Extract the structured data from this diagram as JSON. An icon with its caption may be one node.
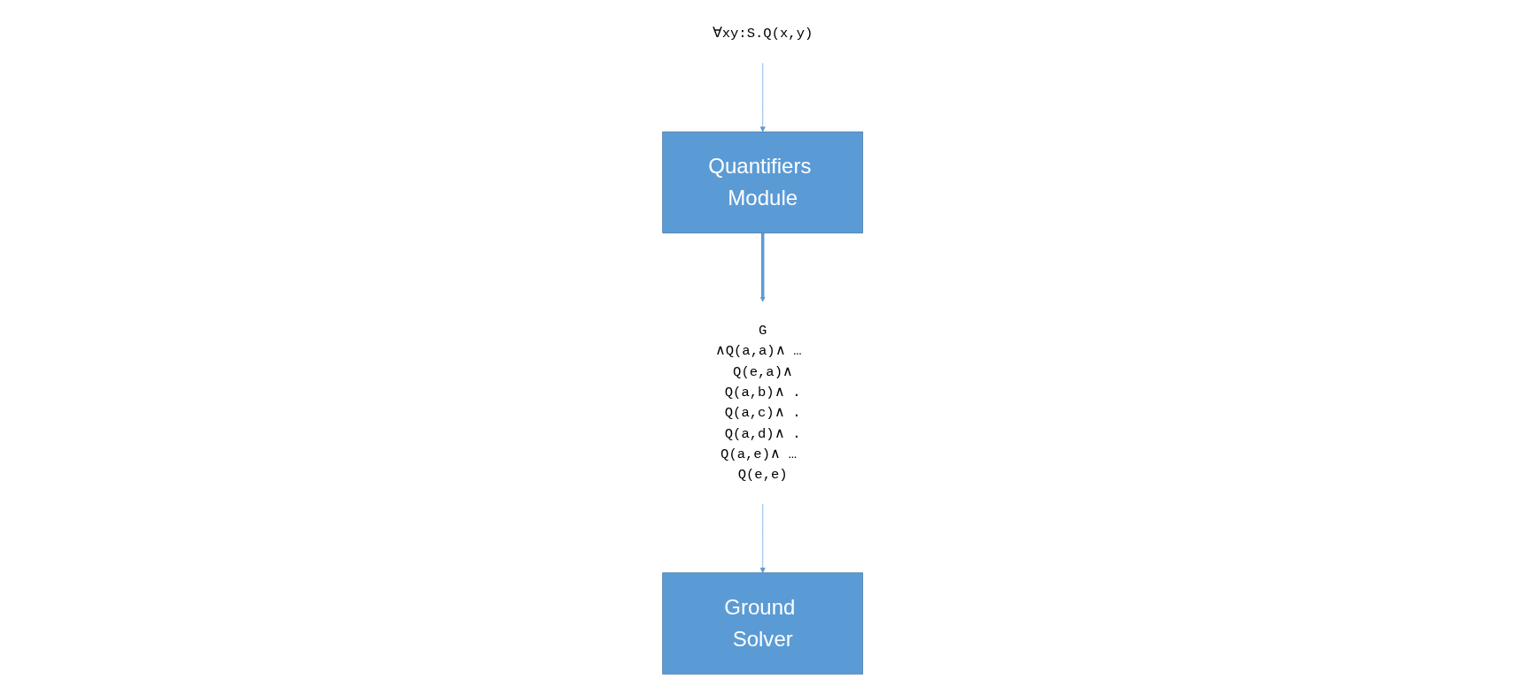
{
  "diagram": {
    "nodes": [
      {
        "text": [
          "G",
          "∧Q(a,a)∧ … Q(e,a)∧",
          "Q(a,b)∧ .",
          "Q(a,c)∧ .",
          "Q(a,d)∧ .",
          "Q(a,e)∧ … Q(e,e)"
        ]
      },
      {
        "text": [
          "∀xy:S.Q(x,y)"
        ]
      },
      {
        "text": [
          "Ground Solver"
        ]
      },
      {
        "text": [
          "Quantifiers Module"
        ]
      }
    ],
    "edges": [
      {
        "from": 0,
        "to": 2,
        "arrow": "to"
      },
      {
        "from": 1,
        "to": 3,
        "arrow": "to"
      },
      {
        "from": 3,
        "to": 0,
        "arrow": "to",
        "style": "thick"
      }
    ]
  }
}
